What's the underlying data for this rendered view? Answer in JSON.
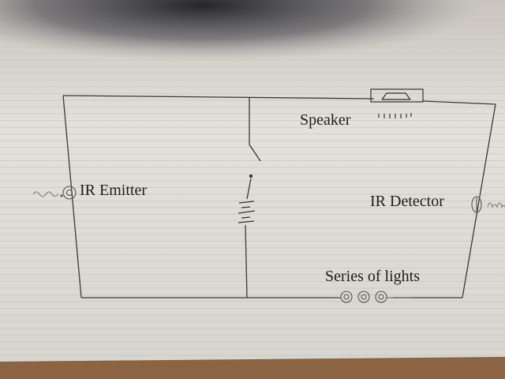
{
  "diagram": {
    "labels": {
      "speaker": "Speaker",
      "ir_emitter": "IR Emitter",
      "ir_detector": "IR Detector",
      "series_of_lights": "Series of lights"
    }
  }
}
